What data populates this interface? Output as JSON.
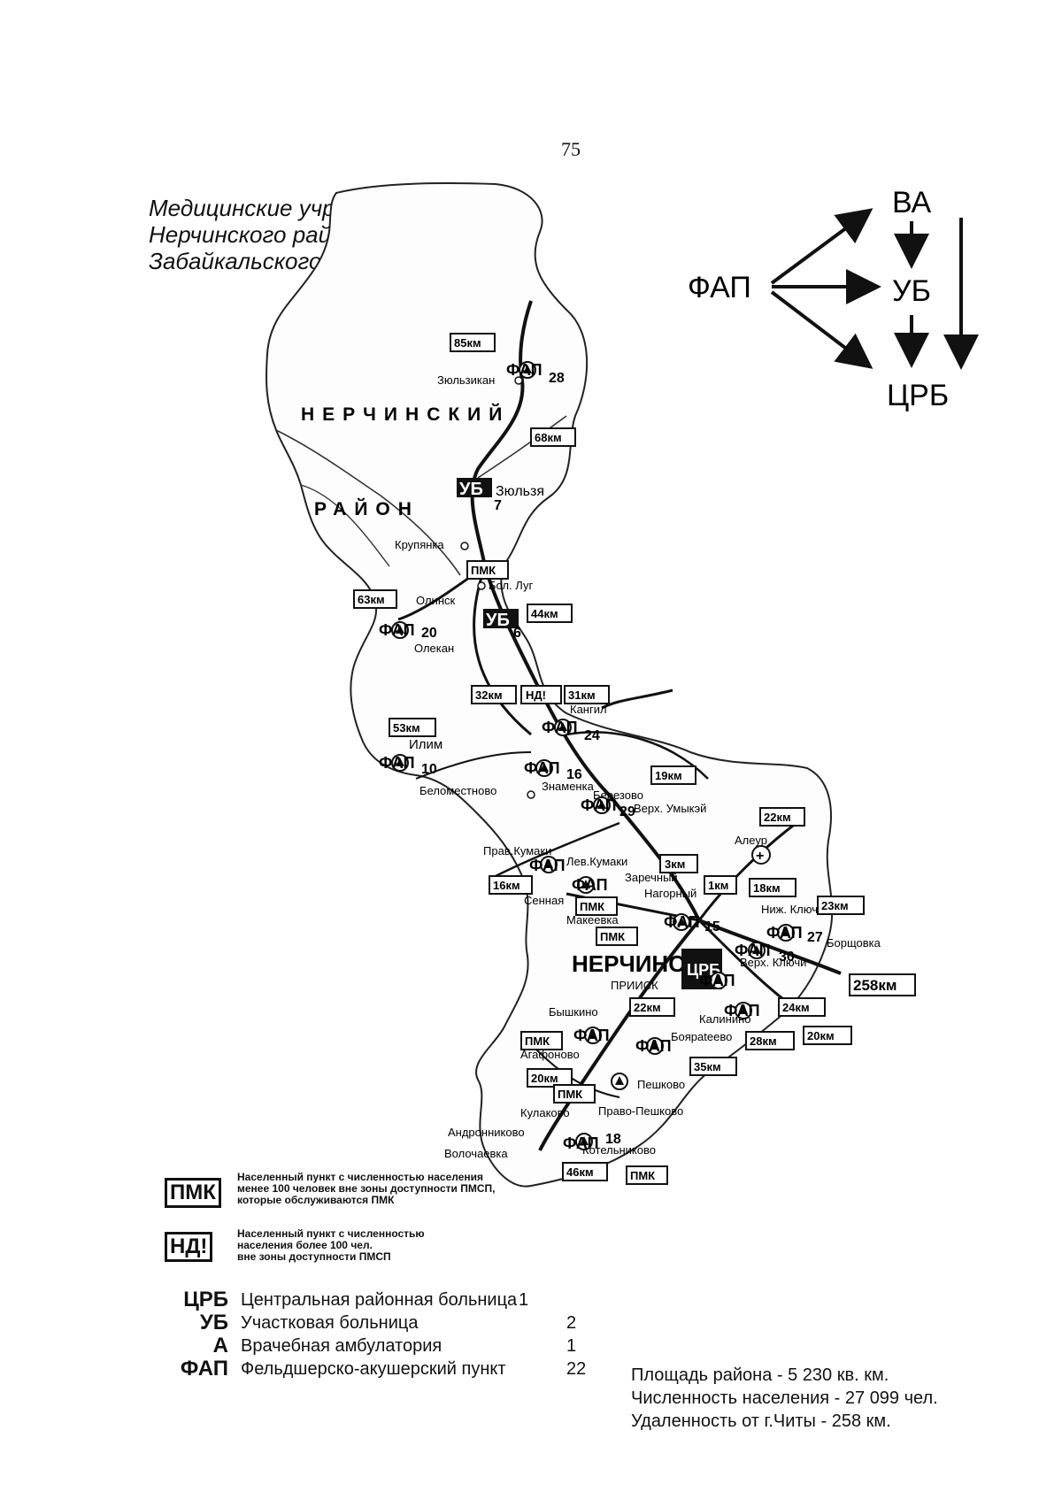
{
  "page_number": "75",
  "title_lines": [
    "Медицинские учреждения",
    "Нерчинского района",
    "Забайкальского края"
  ],
  "district_label": {
    "line1": "НЕРЧИНСКИЙ",
    "line2": "РАЙОН"
  },
  "flow": {
    "fap": "ФАП",
    "va": "ВА",
    "ub": "УБ",
    "crb": "ЦРБ"
  },
  "settlements": {
    "zyulzikan": "Зюльзикан",
    "zyulzya": "Зюльзя",
    "krupyanka": "Крупянка",
    "bol_lug": "Бол. Луг",
    "olinsk": "Олинск",
    "olekan": "Олекан",
    "ilim": "Илим",
    "belomestnovo": "Беломестново",
    "znamenka": "Знаменка",
    "kangil": "Кангил",
    "berezovo": "Березово",
    "verkh_umyki": "Верх. Умыкэй",
    "aleur": "Алеур",
    "prav_kumaki": "Прав.Кумаки",
    "lev_kumaki": "Лев.Кумаки",
    "zarechny": "Заречный",
    "nagorny": "Нагорный",
    "sennaya": "Сенная",
    "makeevka": "Макеевка",
    "nerchinsk": "НЕРЧИНСК",
    "priisk": "ПРИИСК",
    "nizh_klyuchi": "Ниж. Ключи",
    "borshchovka": "Борщовка",
    "verkh_klyuchi": "Верх. Ключи",
    "kalinino": "Калинино",
    "shilkino": "Бышкино",
    "agafonovo": "Агафоново",
    "boyarateevo": "Боярateево",
    "peshkovo": "Пешково",
    "pravo_peshkovo": "Право-Пешково",
    "kulakovo": "Кулаково",
    "andronnikovo": "Андронниково",
    "volochaevka": "Волочаевка",
    "kotelnikovo": "Котельниково"
  },
  "distances": [
    "85км",
    "68км",
    "63км",
    "44км",
    "32км",
    "31км",
    "53км",
    "19км",
    "22км",
    "16км",
    "3км",
    "1км",
    "18км",
    "23км",
    "258км",
    "22км",
    "24км",
    "20км",
    "28км",
    "35км",
    "20км",
    "46км"
  ],
  "facility_labels": {
    "fap": "ФАП",
    "ub": "УБ",
    "a": "А",
    "pmk": "ПМК",
    "nd": "НД!"
  },
  "facility_numbers": [
    "28",
    "7",
    "20",
    "6",
    "24",
    "10",
    "16",
    "29",
    "15",
    "27",
    "30",
    "18"
  ],
  "legend": {
    "pmk": {
      "box": "ПМК",
      "desc": [
        "Населенный пункт с численностью населения",
        "менее 100 человек вне зоны доступности ПМСП,",
        "которые обслуживаются ПМК"
      ]
    },
    "nd": {
      "box": "НД!",
      "desc": [
        "Населенный пункт с численностью",
        "населения более 100 чел.",
        "вне зоны доступности ПМСП"
      ]
    }
  },
  "summary": [
    {
      "abbr": "ЦРБ",
      "label": "Центральная районная больница",
      "count": "1"
    },
    {
      "abbr": "УБ",
      "label": "Участковая больница",
      "count": "2"
    },
    {
      "abbr": "А",
      "label": "Врачебная амбулатория",
      "count": "1"
    },
    {
      "abbr": "ФАП",
      "label": "Фельдшерско-акушерский пункт",
      "count": "22"
    }
  ],
  "stats": [
    "Площадь района - 5 230 кв. км.",
    "Численность населения - 27 099 чел.",
    "Удаленность от г.Читы - 258 км."
  ]
}
